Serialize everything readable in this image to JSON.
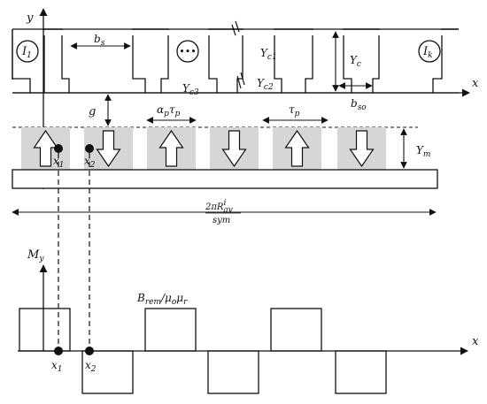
{
  "axes": {
    "y_top": "y",
    "x_top": "x",
    "x_bottom": "x",
    "y_bottom": "M",
    "y_bottom_sub": "y"
  },
  "stator": {
    "coil_first": "I",
    "coil_first_sub": "1",
    "coil_dots": "•••",
    "coil_last": "I",
    "coil_last_sub": "k",
    "slot_width": "b",
    "slot_width_sub": "s",
    "yoke1": "Y",
    "yoke1_sub": "c1",
    "yoke2": "Y",
    "yoke2_sub": "c2",
    "yoke3": "Y",
    "yoke3_sub": "c3",
    "yoke": "Y",
    "yoke_sub": "c",
    "slot_opening": "b",
    "slot_opening_sub": "so"
  },
  "airgap": {
    "label": "g"
  },
  "magnets": {
    "alpha": "α",
    "alpha_sub": "p",
    "tau": "τ",
    "tau_sub": "p",
    "pitch": "τ",
    "pitch_sub": "p",
    "height": "Y",
    "height_sub": "m",
    "point1": "x",
    "point1_sub": "1",
    "point2": "x",
    "point2_sub": "2",
    "directions": [
      "up",
      "down",
      "up",
      "down",
      "up",
      "down"
    ]
  },
  "period": {
    "numerator": "2πR",
    "numerator_sub": "av",
    "numerator_sup": "i",
    "denominator": "sym"
  },
  "magnetization": {
    "label": "B",
    "label_sub": "rem",
    "label_rest": "/μ",
    "label_sub2": "o",
    "label_rest2": "μ",
    "label_sub3": "r",
    "point1": "x",
    "point1_sub": "1",
    "point2": "x",
    "point2_sub": "2",
    "levels": [
      1,
      -1,
      1,
      -1,
      1,
      -1
    ]
  }
}
